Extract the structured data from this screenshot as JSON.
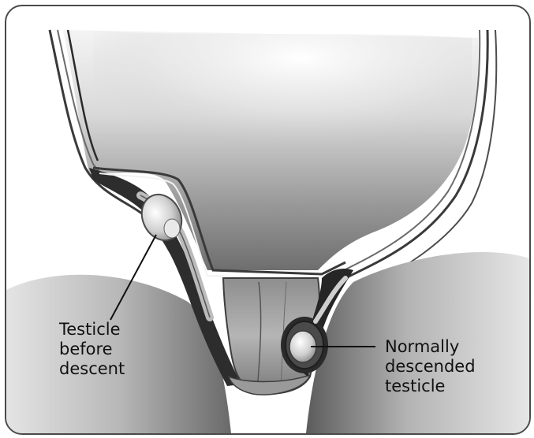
{
  "labels": {
    "left": [
      "Testicle",
      "before",
      "descent"
    ],
    "right": [
      "Normally",
      "descended",
      "testicle"
    ]
  }
}
